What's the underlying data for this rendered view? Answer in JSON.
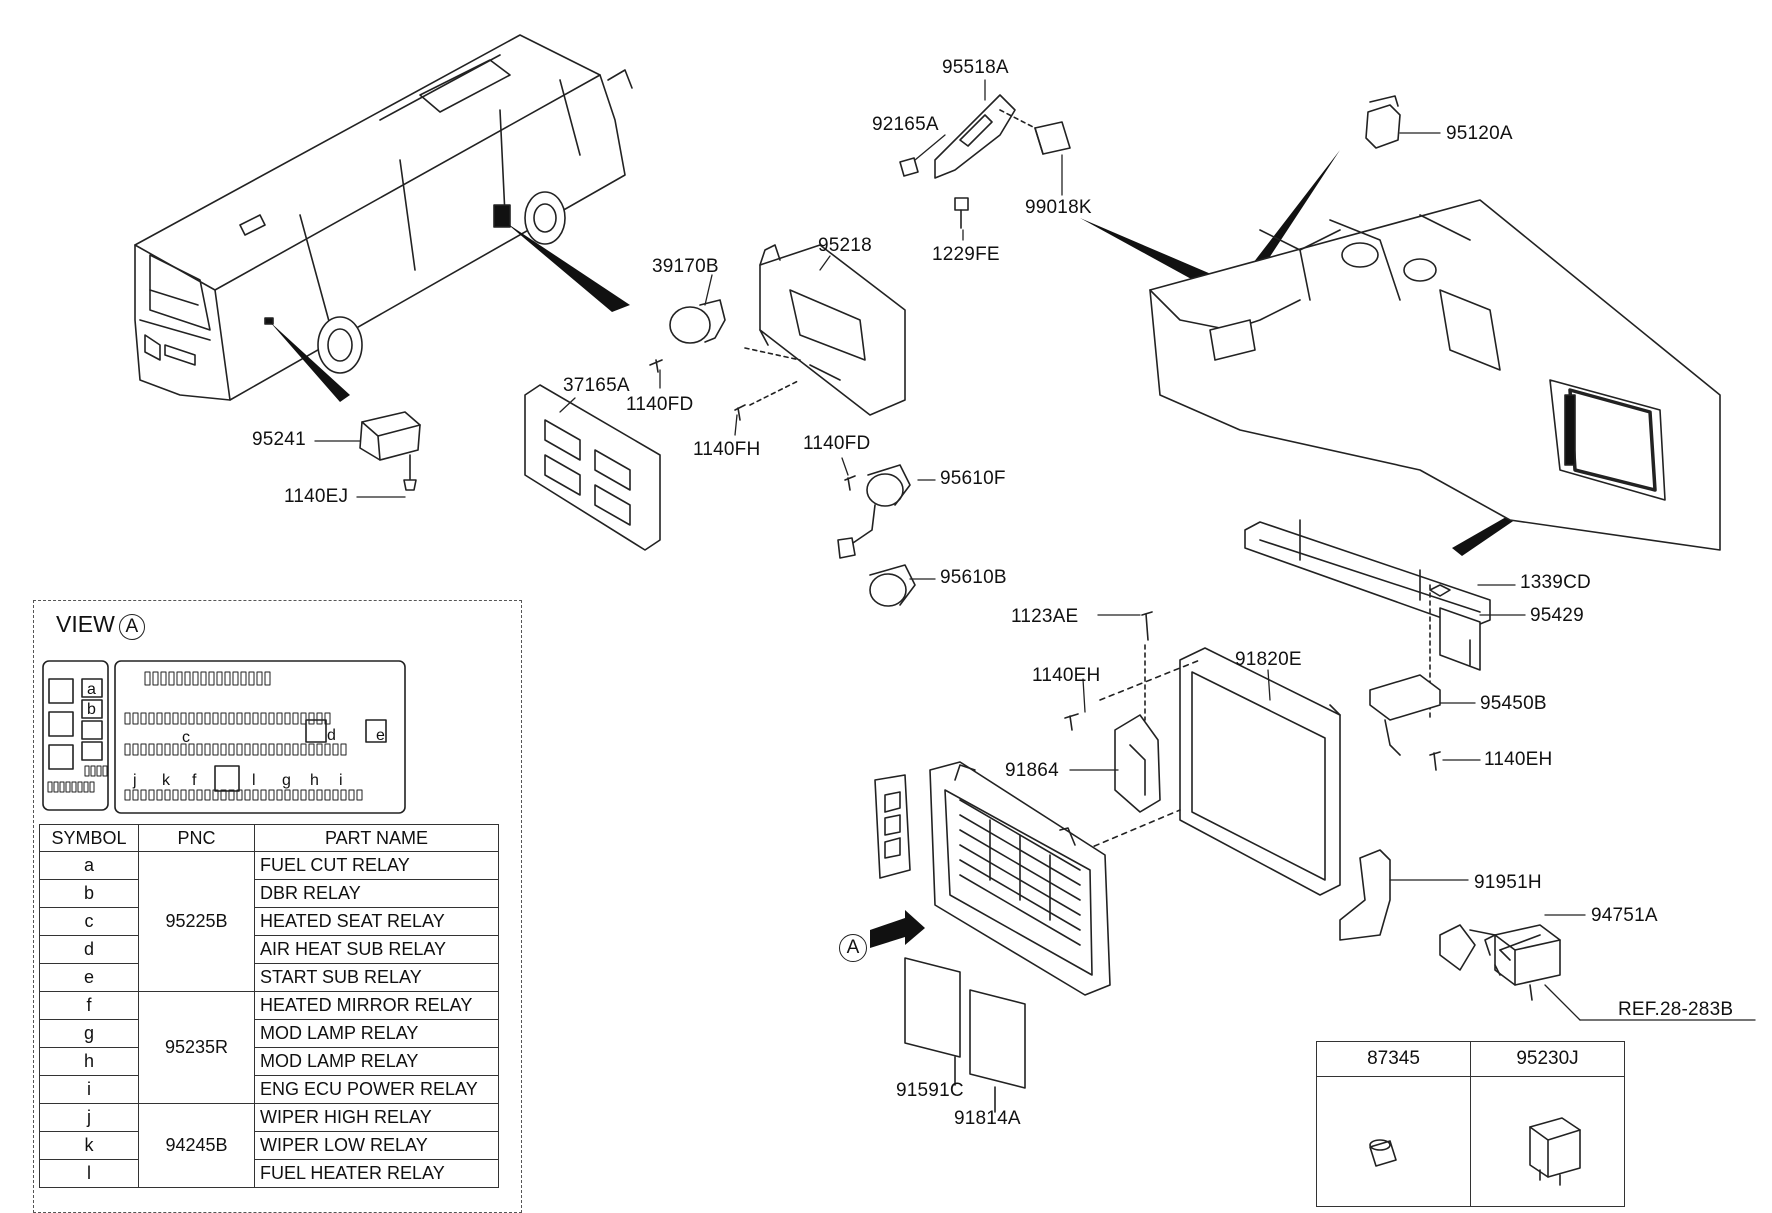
{
  "labels": {
    "p95518A": "95518A",
    "p92165A": "92165A",
    "p99018K": "99018K",
    "p1229FE": "1229FE",
    "p95120A": "95120A",
    "p95218": "95218",
    "p39170B": "39170B",
    "p37165A": "37165A",
    "p1140FD_a": "1140FD",
    "p1140FH": "1140FH",
    "p1140FD_b": "1140FD",
    "p95610F": "95610F",
    "p95610B": "95610B",
    "p95241": "95241",
    "p1140EJ": "1140EJ",
    "p1339CD": "1339CD",
    "p95429": "95429",
    "p1123AE": "1123AE",
    "p91820E": "91820E",
    "p1140EH_a": "1140EH",
    "p95450B": "95450B",
    "p1140EH_b": "1140EH",
    "p91864": "91864",
    "p91951H": "91951H",
    "p94751A": "94751A",
    "pREF": "REF.28-283B",
    "p91591C": "91591C",
    "p91814A": "91814A",
    "viewA_marker": "A"
  },
  "view": {
    "title": "VIEW",
    "marker": "A",
    "slot_letters": [
      "a",
      "b",
      "c",
      "d",
      "e",
      "j",
      "k",
      "f",
      "l",
      "g",
      "h",
      "i"
    ]
  },
  "relay_table": {
    "headers": {
      "symbol": "SYMBOL",
      "pnc": "PNC",
      "part_name": "PART NAME"
    },
    "groups": [
      {
        "pnc": "95225B",
        "rows": [
          {
            "symbol": "a",
            "name": "FUEL CUT RELAY"
          },
          {
            "symbol": "b",
            "name": "DBR RELAY"
          },
          {
            "symbol": "c",
            "name": "HEATED SEAT RELAY"
          },
          {
            "symbol": "d",
            "name": "AIR HEAT SUB RELAY"
          },
          {
            "symbol": "e",
            "name": "START SUB RELAY"
          }
        ]
      },
      {
        "pnc": "95235R",
        "rows": [
          {
            "symbol": "f",
            "name": "HEATED MIRROR RELAY"
          },
          {
            "symbol": "g",
            "name": "MOD LAMP RELAY"
          },
          {
            "symbol": "h",
            "name": "MOD LAMP RELAY"
          },
          {
            "symbol": "i",
            "name": "ENG ECU POWER RELAY"
          }
        ]
      },
      {
        "pnc": "94245B",
        "rows": [
          {
            "symbol": "j",
            "name": "WIPER HIGH RELAY"
          },
          {
            "symbol": "k",
            "name": "WIPER LOW RELAY"
          },
          {
            "symbol": "l",
            "name": "FUEL HEATER RELAY"
          }
        ]
      }
    ]
  },
  "option_table": {
    "col1": "87345",
    "col2": "95230J"
  }
}
